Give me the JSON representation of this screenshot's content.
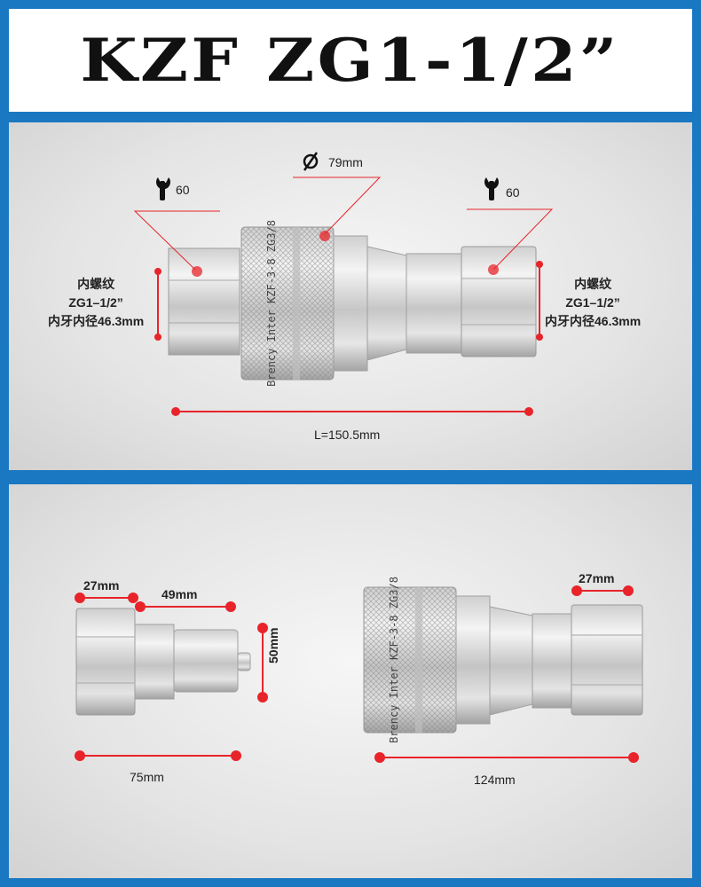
{
  "title": "KZF ZG1-1/2”",
  "colors": {
    "background": "#1a78c2",
    "dimension_red": "#e8242a",
    "steel_light": "#e9e9e9",
    "steel_dark": "#9c9c9c"
  },
  "top_panel": {
    "diameter_label": "79mm",
    "wrench_left": "60",
    "wrench_right": "60",
    "thread_left": [
      "内螺纹",
      "ZG1–1/2”",
      "内牙内径46.3mm"
    ],
    "thread_right": [
      "内螺纹",
      "ZG1–1/2”",
      "内牙内径46.3mm"
    ],
    "length_label": "L=150.5mm",
    "engraving": "Brency Inter KZF-3-8 ZG3/8"
  },
  "bottom_panel": {
    "plug": {
      "hex_width": "27mm",
      "body_width": "49mm",
      "height": "50mm",
      "total_length": "75mm"
    },
    "socket": {
      "hex_width": "27mm",
      "total_length": "124mm",
      "engraving": "Brency Inter KZF-3-8 ZG3/8"
    }
  }
}
